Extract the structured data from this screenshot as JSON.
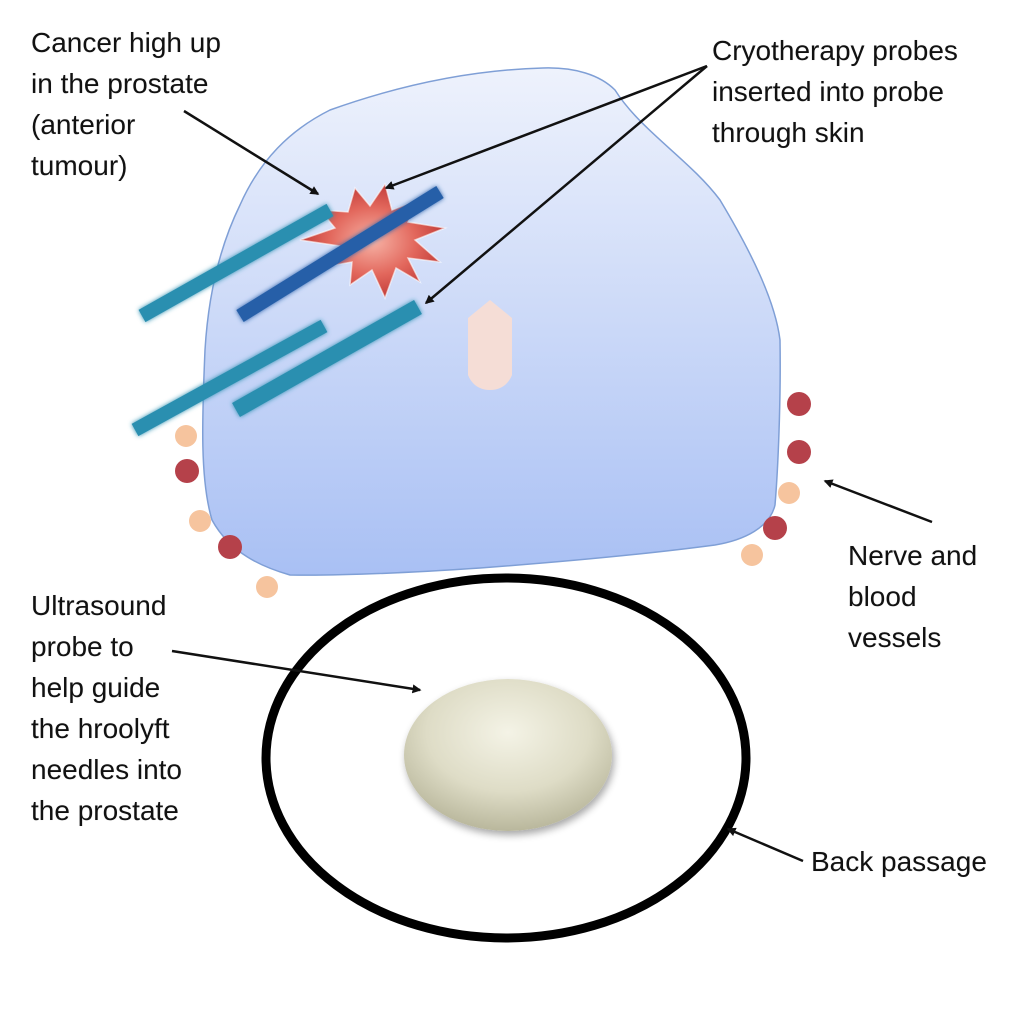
{
  "labels": {
    "cancer": [
      "Cancer high up",
      "in the prostate",
      "(anterior",
      "tumour)"
    ],
    "cryo": [
      "Cryotherapy probes",
      "inserted into probe",
      "through skin"
    ],
    "nerve": [
      "Nerve and",
      "blood",
      "vessels"
    ],
    "ultrasound": [
      "Ultrasound",
      "probe to",
      "help guide",
      "the hroolyft",
      "needles into",
      "the prostate"
    ],
    "back_passage": [
      "Back passage"
    ]
  },
  "colors": {
    "prostate_fill_top": "#eef2fc",
    "prostate_fill_bottom": "#a9c0f4",
    "prostate_outline": "#7f9fd6",
    "probe": "#2b8fb0",
    "tumour": "#d9574f",
    "urethra": "#f5ddd6",
    "vessel_red": "#b5414a",
    "vessel_peach": "#f6c49e",
    "ring": "#000000",
    "ultrasound_probe": "#dedcc6",
    "arrow": "#111111"
  }
}
